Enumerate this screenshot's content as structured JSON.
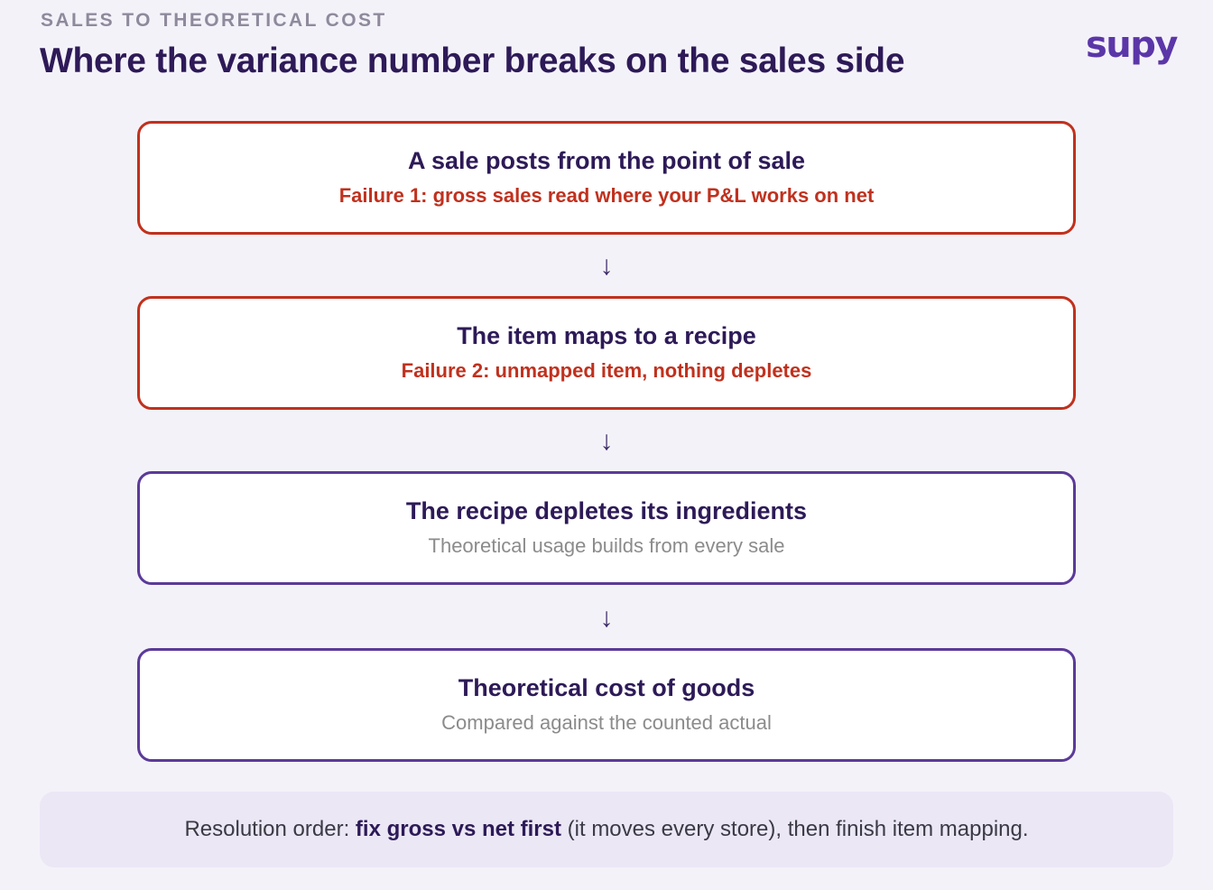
{
  "header": {
    "eyebrow": "SALES TO THEORETICAL COST",
    "title": "Where the variance number breaks on the sales side",
    "logo": "supy"
  },
  "colors": {
    "brand": "#5b36a8",
    "failure": "#c0311e",
    "heading": "#2d1a57",
    "background": "#f4f2f9"
  },
  "steps": [
    {
      "title": "A sale posts from the point of sale",
      "subtitle": "Failure 1: gross sales read where your P&L works on net",
      "status": "failure"
    },
    {
      "title": "The item maps to a recipe",
      "subtitle": "Failure 2: unmapped item, nothing depletes",
      "status": "failure"
    },
    {
      "title": "The recipe depletes its ingredients",
      "subtitle": "Theoretical usage builds from every sale",
      "status": "normal"
    },
    {
      "title": "Theoretical cost of goods",
      "subtitle": "Compared against the counted actual",
      "status": "normal"
    }
  ],
  "arrow_glyph": "↓",
  "resolution": {
    "prefix": "Resolution order: ",
    "emphasis": "fix gross vs net first",
    "suffix": " (it moves every store), then finish item mapping."
  }
}
